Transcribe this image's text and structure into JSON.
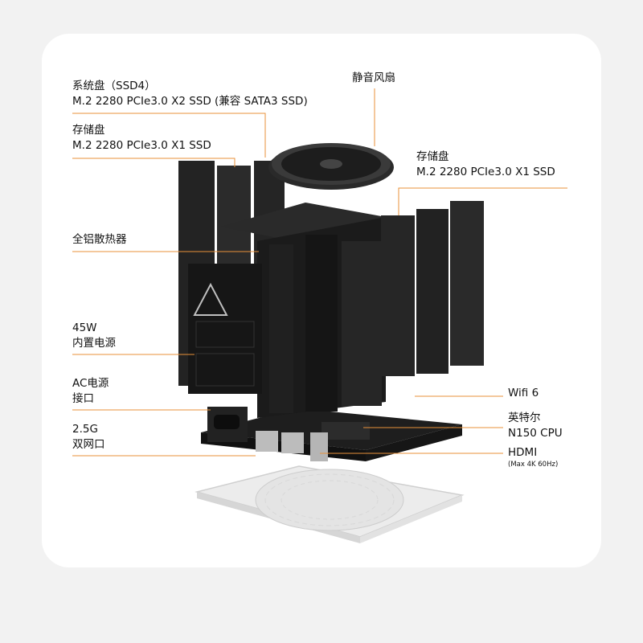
{
  "labels": {
    "system_disk_title": "系统盘（SSD4）",
    "system_disk_spec": "M.2 2280 PCIe3.0 X2 SSD (兼容 SATA3 SSD)",
    "storage_left_title": "存储盘",
    "storage_left_spec": "M.2 2280 PCIe3.0 X1 SSD",
    "heatsink": "全铝散热器",
    "power_watts": "45W",
    "power_label": "内置电源",
    "ac_line1": "AC电源",
    "ac_line2": "接口",
    "lan_line1": "2.5G",
    "lan_line2": "双网口",
    "fan": "静音风扇",
    "storage_right_title": "存储盘",
    "storage_right_spec": "M.2 2280 PCIe3.0 X1 SSD",
    "wifi": "Wifi 6",
    "cpu_line1": "英特尔",
    "cpu_line2": "N150 CPU",
    "hdmi": "HDMI",
    "hdmi_note": "(Max 4K 60Hz)"
  },
  "colors": {
    "accent": "#e8913a",
    "page_bg": "#f2f2f2",
    "card_bg": "#ffffff",
    "metal_dark": "#1a1a1a"
  }
}
